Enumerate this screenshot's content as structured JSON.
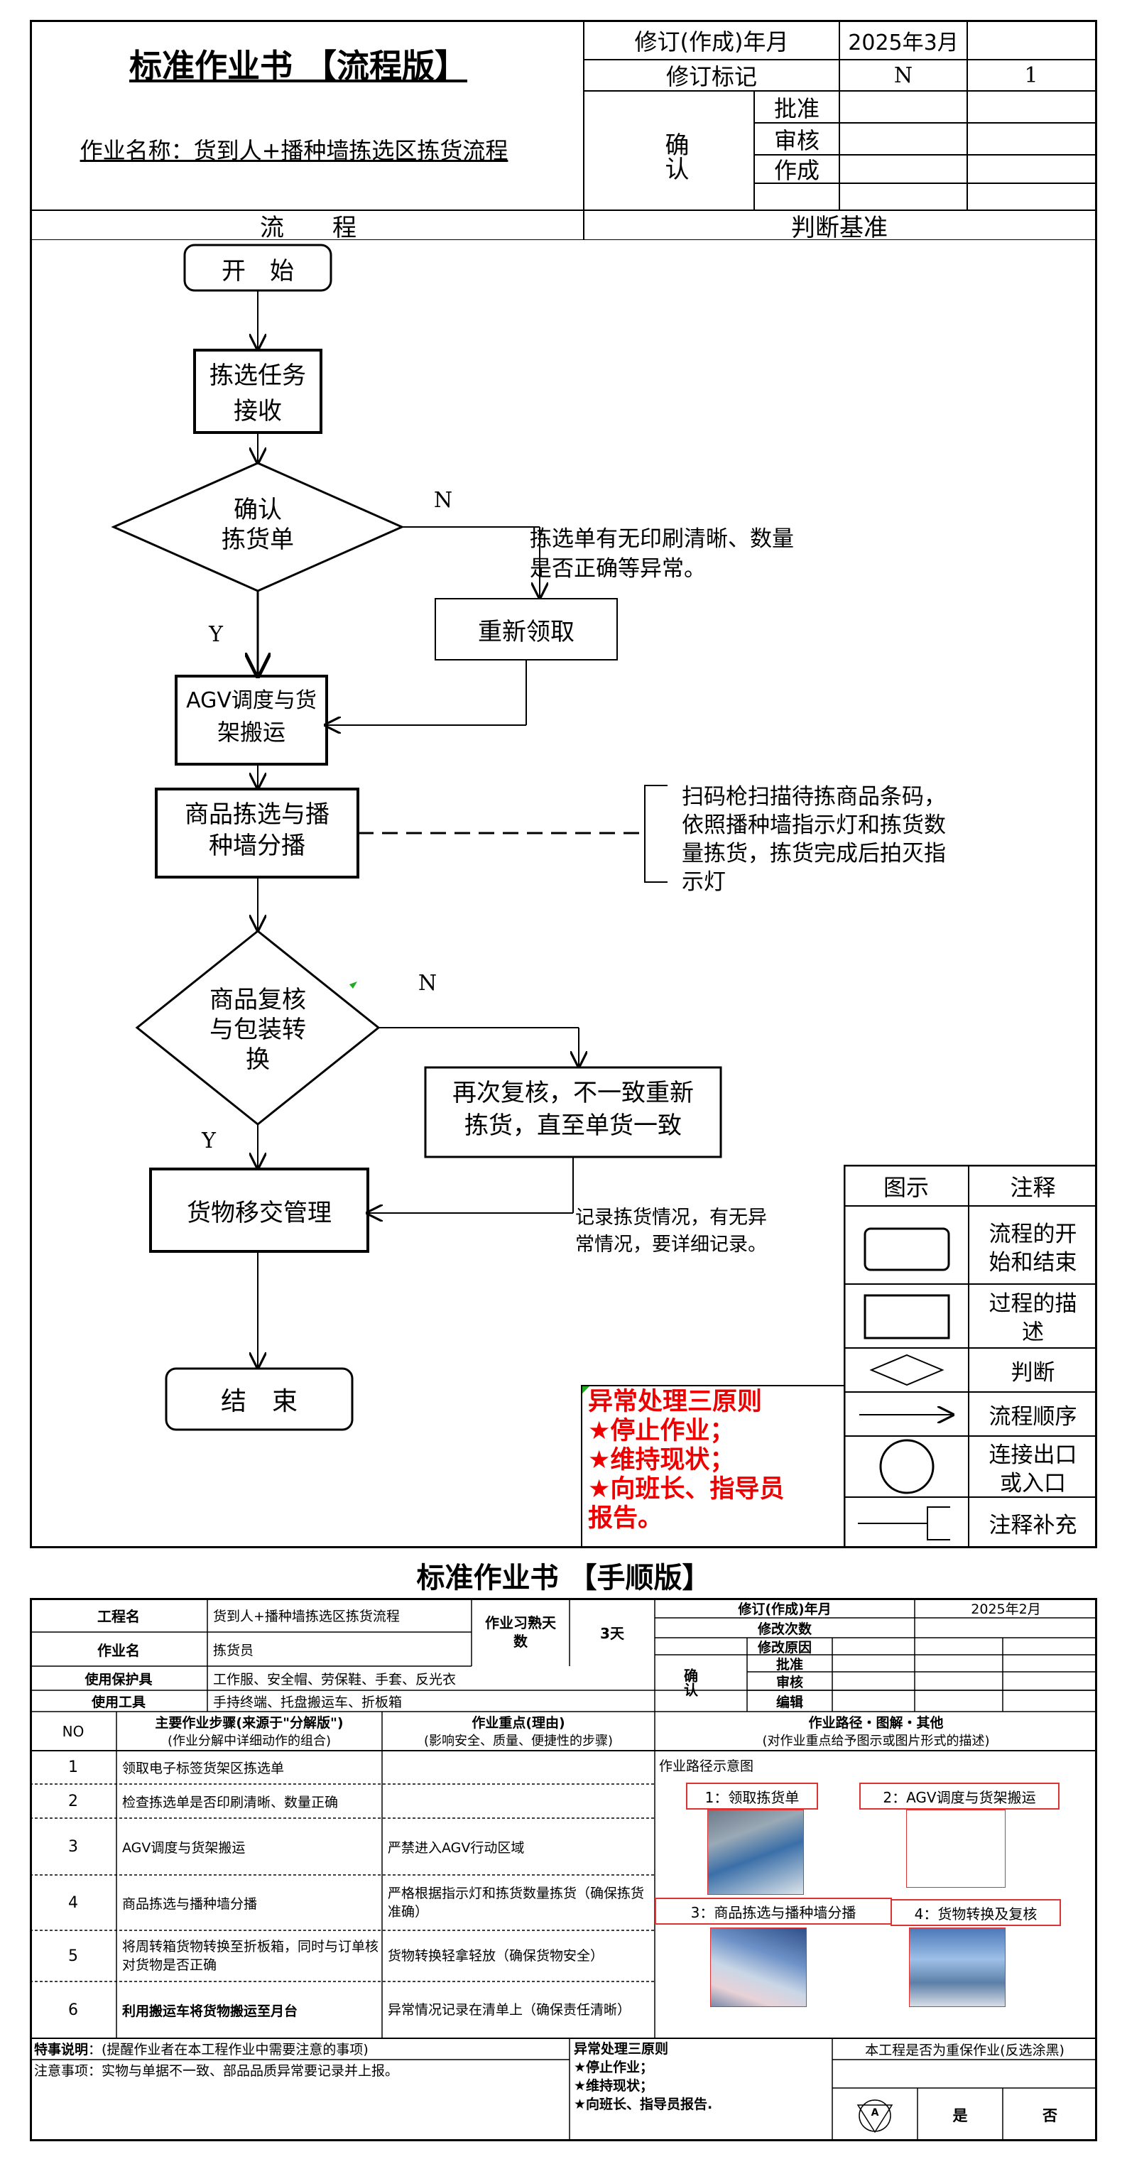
{
  "flow_sheet": {
    "title": "标准作业书 【流程版】",
    "job_name": "作业名称：货到人+播种墙拣选区拣货流程",
    "revision_label": "修订(作成)年月",
    "revision_date": "2025年3月",
    "revision_mark_label": "修订标记",
    "revision_mark_value": "N",
    "revision_mark_no": "1",
    "confirm_label": "确认",
    "approve_label": "批准",
    "review_label": "审核",
    "create_label": "作成",
    "col_flow": "流　　程",
    "col_criteria": "判断基准"
  },
  "flowchart": {
    "start": "开　始",
    "step1": [
      "拣选任务",
      "接收"
    ],
    "decision1": [
      "确认",
      "拣货单"
    ],
    "n1": "N",
    "y1": "Y",
    "note1": [
      "拣选单有无印刷清晰、数量",
      "是否正确等异常。"
    ],
    "reget": "重新领取",
    "step2": [
      "AGV调度与货",
      "架搬运"
    ],
    "step3": [
      "商品拣选与播",
      "种墙分播"
    ],
    "note2": [
      "扫码枪扫描待拣商品条码，",
      "依照播种墙指示灯和拣货数",
      "量拣货，拣货完成后拍灭指",
      "示灯"
    ],
    "decision2": [
      "商品复核",
      "与包装转",
      "换"
    ],
    "n2": "N",
    "y2": "Y",
    "recheck": [
      "再次复核，不一致重新",
      "拣货，直至单货一致"
    ],
    "step4": "货物移交管理",
    "note3": [
      "记录拣货情况，有无异",
      "常情况，要详细记录。"
    ],
    "end": "结　束"
  },
  "legend": {
    "col1": "图示",
    "col2": "注释",
    "rows": [
      [
        "流程的开",
        "始和结束"
      ],
      [
        "过程的描",
        "述"
      ],
      [
        "判断"
      ],
      [
        "流程顺序"
      ],
      [
        "连接出口",
        "或入口"
      ],
      [
        "注释补充"
      ]
    ]
  },
  "abnormal": [
    "异常处理三原则",
    "★停止作业；",
    "★维持现状；",
    "★向班长、指导员",
    "报告。"
  ],
  "proc_sheet": {
    "title": "标准作业书 【手顺版】",
    "process_label": "工程名",
    "process_value": "货到人+播种墙拣选区拣货流程",
    "learn_label": "作业习熟天数",
    "learn_value": "3天",
    "job_label": "作业名",
    "job_value": "拣货员",
    "rev_label": "修订(作成)年月",
    "rev_value": "2025年2月",
    "rev_count": "修改次数",
    "rev_reason": "修改原因",
    "confirm": "确认",
    "approve": "批准",
    "review": "审核",
    "edit": "编辑",
    "ppe_label": "使用保护具",
    "ppe_value": "工作服、安全帽、劳保鞋、手套、反光衣",
    "tool_label": "使用工具",
    "tool_value": "手持终端、托盘搬运车、折板箱",
    "h_no": "NO",
    "h_steps": "主要作业步骤(来源于\"分解版\")",
    "h_steps_sub": "(作业分解中详细动作的组合)",
    "h_key": "作业重点(理由)",
    "h_key_sub": "(影响安全、质量、便捷性的步骤)",
    "h_path": "作业路径・图解・其他",
    "h_path_sub": "(对作业重点给予图示或图片形式的描述)",
    "path_title": "作业路径示意图",
    "photo_labels": [
      "1：领取拣货单",
      "2：AGV调度与货架搬运",
      "3：商品拣选与播种墙分播",
      "4：货物转换及复核"
    ],
    "rows": [
      {
        "no": "1",
        "step": "领取电子标签货架区拣选单",
        "key": ""
      },
      {
        "no": "2",
        "step": "检查拣选单是否印刷清晰、数量正确",
        "key": ""
      },
      {
        "no": "3",
        "step": "AGV调度与货架搬运",
        "key": "严禁进入AGV行动区域"
      },
      {
        "no": "4",
        "step": "商品拣选与播种墙分播",
        "key": "严格根据指示灯和拣货数量拣货（确保拣货准确）"
      },
      {
        "no": "5",
        "step": "将周转箱货物转换至折板箱，同时与订单核对货物是否正确",
        "key": "货物转换轻拿轻放（确保货物安全）"
      },
      {
        "no": "6",
        "step": "利用搬运车将货物搬运至月台",
        "key": "异常情况记录在清单上（确保责任清晰）"
      }
    ],
    "special_label": "特事说明",
    "special_desc": "：(提醒作业者在本工程作业中需要注意的事项)",
    "notice": "注意事项：实物与单据不一致、部品品质异常要记录并上报。",
    "abn_title": "异常处理三原则",
    "abn_lines": [
      "★停止作业；",
      "★维持现状；",
      "★向班长、指导员报告."
    ],
    "key_q": "本工程是否为重保作业(反选涂黑)",
    "yes": "是",
    "no": "否",
    "sym": "A"
  }
}
